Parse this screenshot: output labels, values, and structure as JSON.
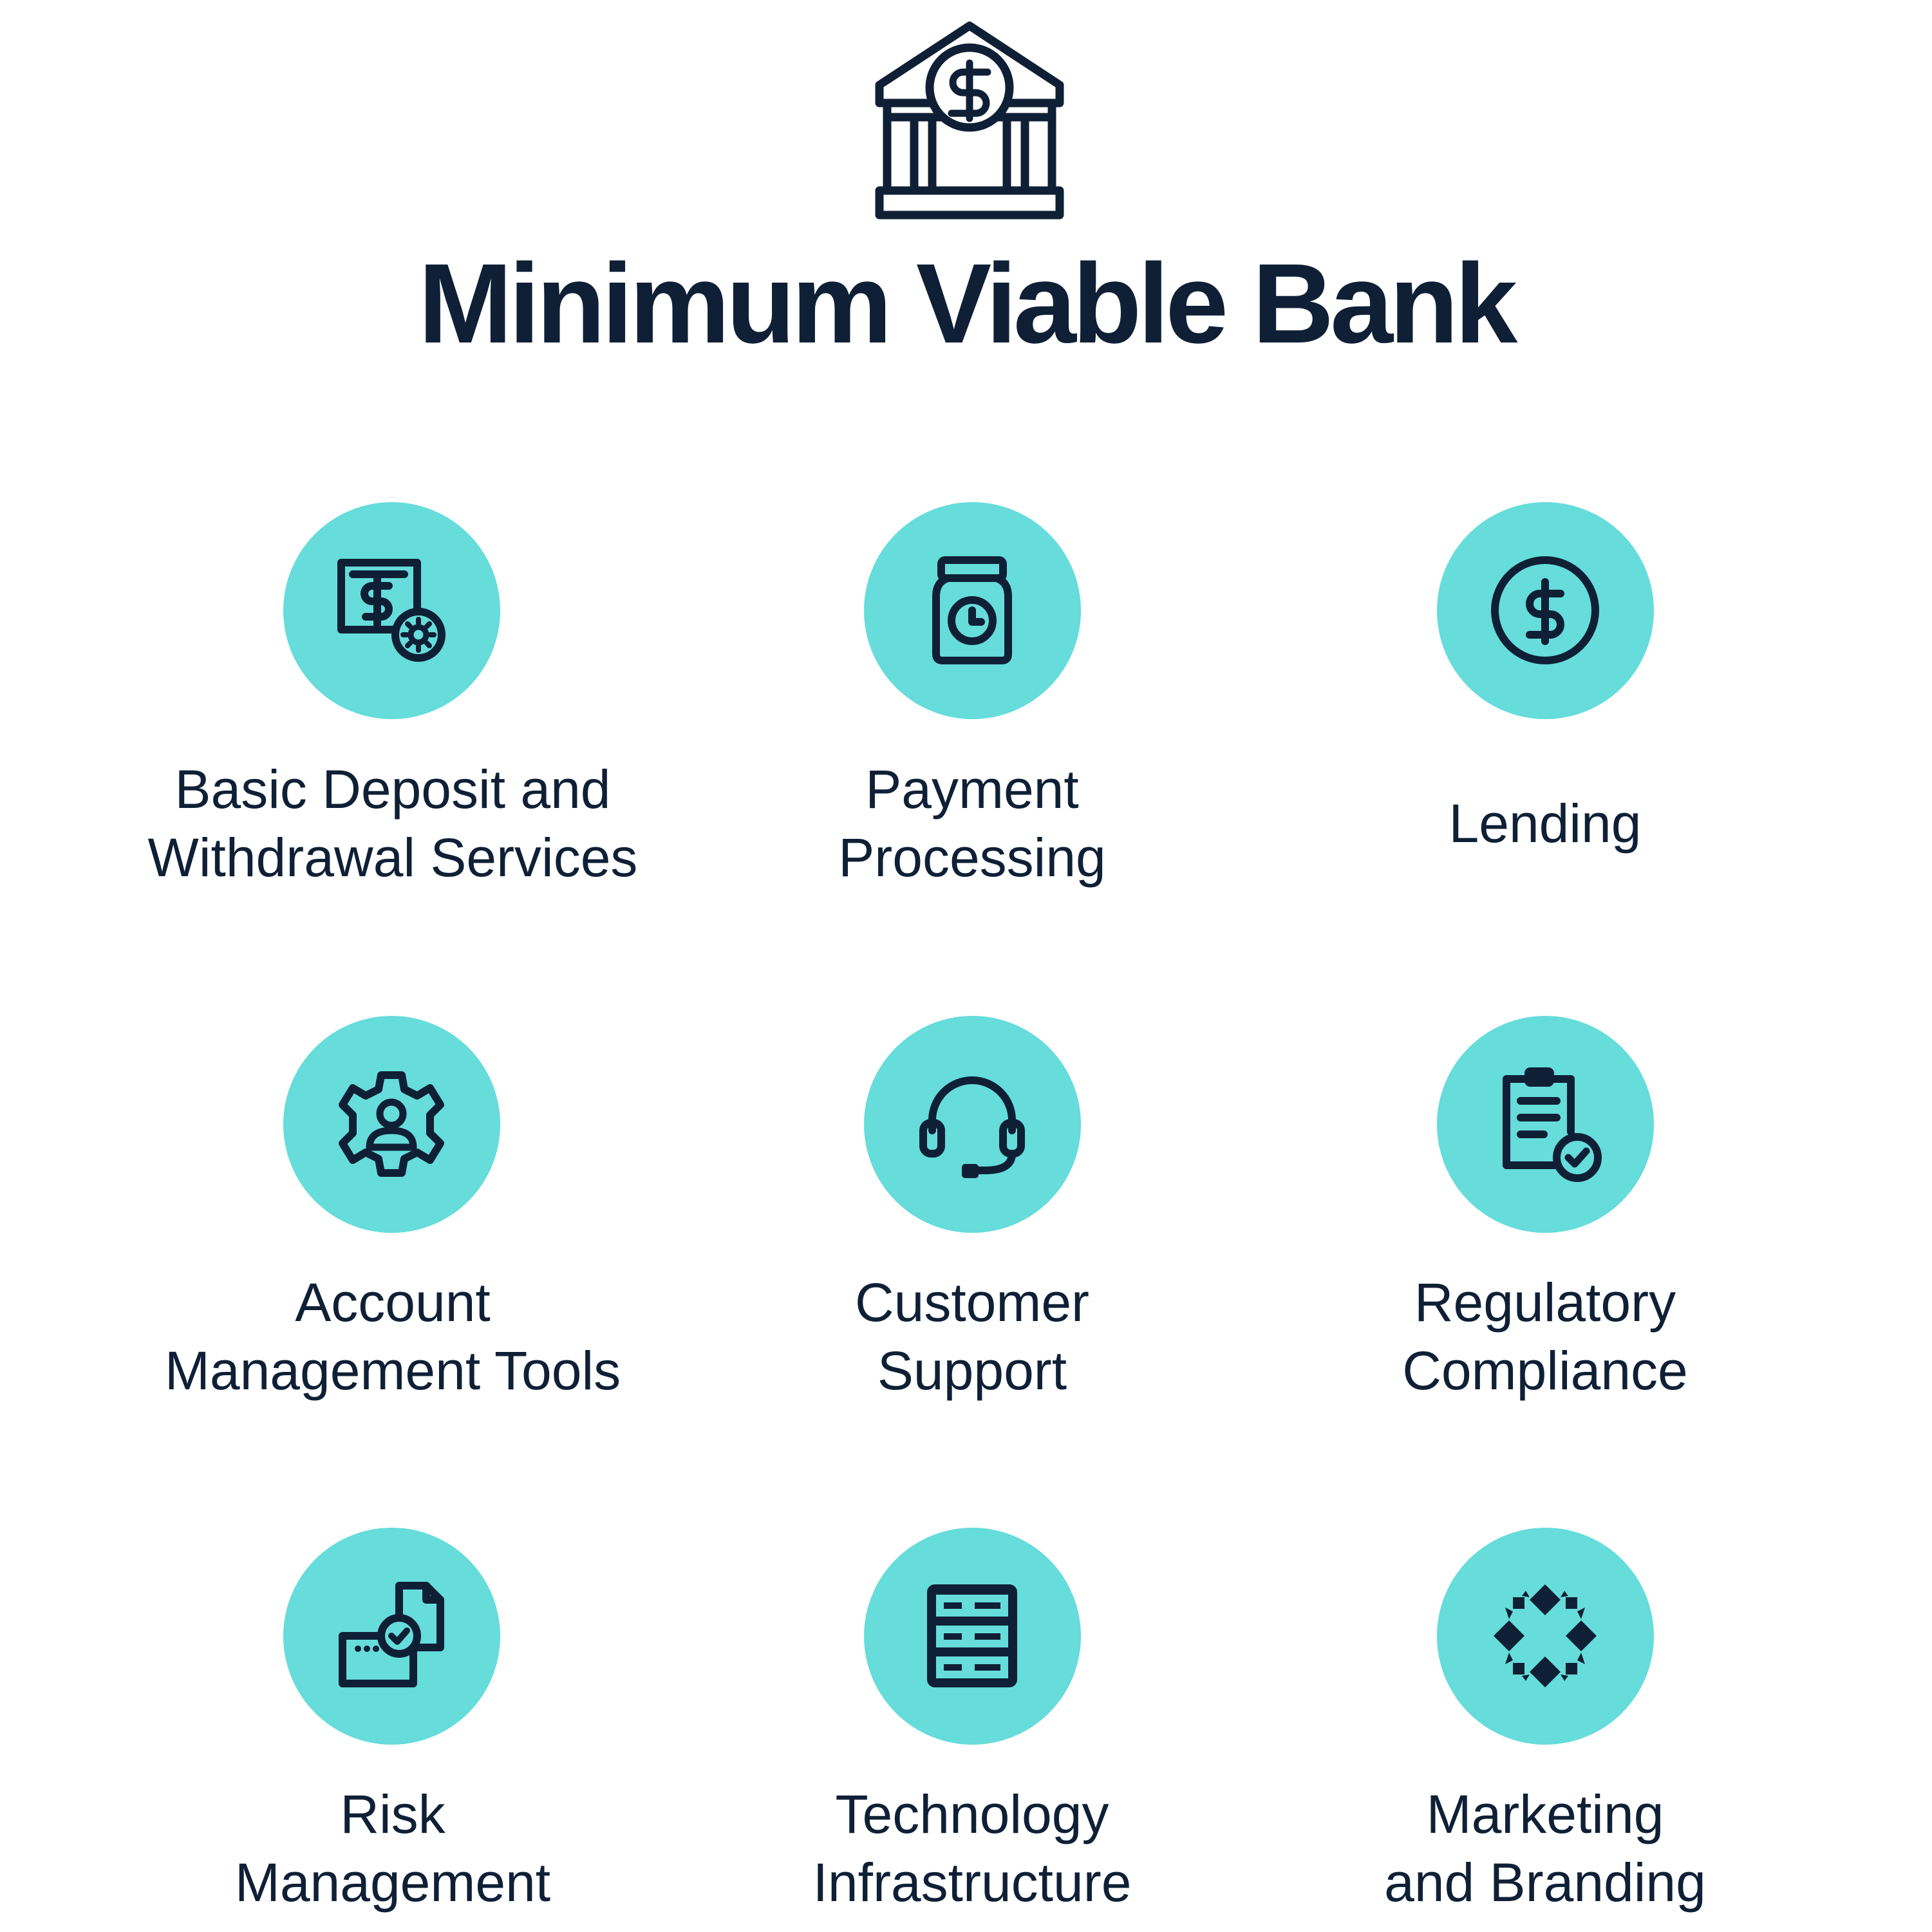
{
  "title": "Minimum Viable Bank",
  "colors": {
    "navy": "#0f2036",
    "teal": "#66dcdb",
    "background": "#ffffff"
  },
  "header_icon": "bank-building-dollar-icon",
  "items": [
    {
      "lines": [
        "Basic Deposit and",
        "Withdrawal Services"
      ],
      "icon": "deposit-terminal-gear-icon"
    },
    {
      "lines": [
        "Payment",
        "Processing"
      ],
      "icon": "payment-clock-jar-icon"
    },
    {
      "lines": [
        "Lending"
      ],
      "icon": "dollar-coin-icon"
    },
    {
      "lines": [
        "Account",
        "Management Tools"
      ],
      "icon": "gear-user-icon"
    },
    {
      "lines": [
        "Customer",
        "Support"
      ],
      "icon": "headset-icon"
    },
    {
      "lines": [
        "Regulatory",
        "Compliance"
      ],
      "icon": "clipboard-check-icon"
    },
    {
      "lines": [
        "Risk",
        "Management"
      ],
      "icon": "document-approval-icon"
    },
    {
      "lines": [
        "Technology",
        "Infrastructure"
      ],
      "icon": "server-rack-icon"
    },
    {
      "lines": [
        "Marketing",
        "and Branding"
      ],
      "icon": "diamond-ring-icon"
    }
  ]
}
